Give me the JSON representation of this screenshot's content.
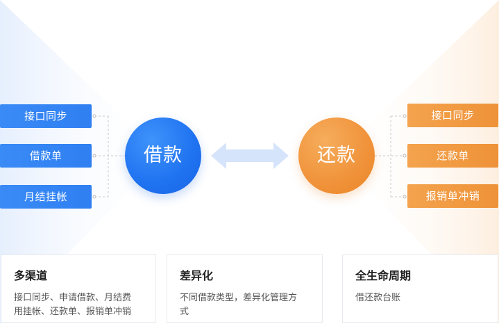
{
  "left": {
    "hub_label": "借款",
    "tags": [
      "接口同步",
      "借款单",
      "月结挂帐"
    ]
  },
  "right": {
    "hub_label": "还款",
    "tags": [
      "接口同步",
      "还款单",
      "报销单冲销"
    ]
  },
  "cards": [
    {
      "title": "多渠道",
      "lines": [
        "接口同步、申请借款、月结费",
        "用挂帐、还款单、报销单冲销"
      ]
    },
    {
      "title": "差异化",
      "lines": [
        "不同借款类型，差异化管理方",
        "式"
      ]
    },
    {
      "title": "全生命周期",
      "lines": [
        "借还款台账"
      ]
    }
  ],
  "colors": {
    "blue": "#2f7ff2",
    "orange": "#ee9238",
    "arrow": "#d6e4fb",
    "connector": "#c8c8c8"
  }
}
